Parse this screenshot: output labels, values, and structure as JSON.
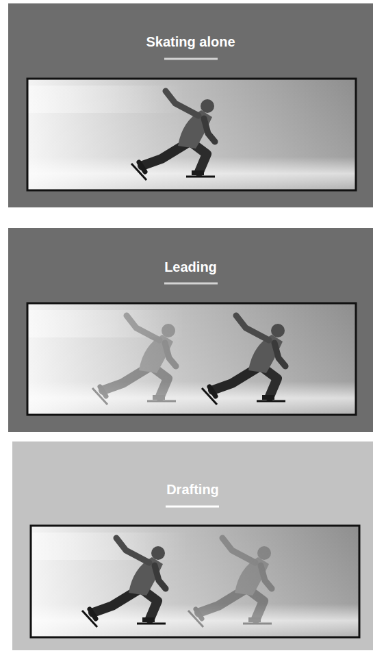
{
  "diagram": {
    "nodes": [
      {
        "text": [
          "Skating alone"
        ]
      },
      {
        "text": [
          "Leading"
        ]
      },
      {
        "text": [
          "Drafting"
        ]
      }
    ]
  }
}
